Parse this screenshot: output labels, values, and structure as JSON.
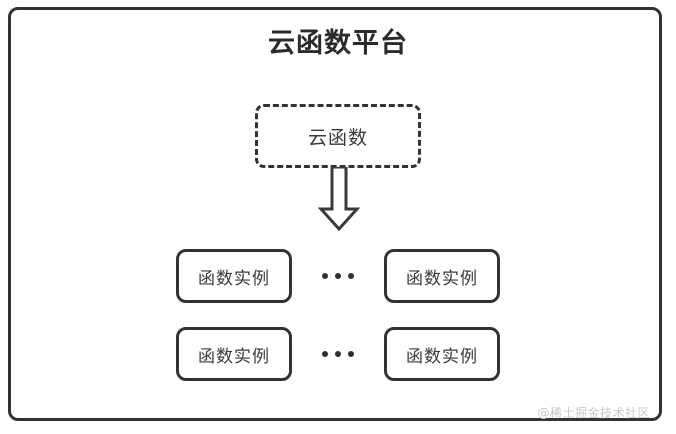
{
  "diagram": {
    "type": "architecture-block-diagram",
    "platform": {
      "title": "云函数平台",
      "border_color": "#333333",
      "background": "#ffffff"
    },
    "cloud_function": {
      "label": "云函数",
      "border_style": "dashed",
      "border_color": "#333333"
    },
    "arrow": {
      "name": "down-block-arrow",
      "direction": "down",
      "color": "#3a3a3a"
    },
    "instance_rows": [
      {
        "left": {
          "label": "函数实例"
        },
        "separator": "•••",
        "right": {
          "label": "函数实例"
        }
      },
      {
        "left": {
          "label": "函数实例"
        },
        "separator": "•••",
        "right": {
          "label": "函数实例"
        }
      }
    ],
    "watermark": "@稀土掘金技术社区"
  }
}
